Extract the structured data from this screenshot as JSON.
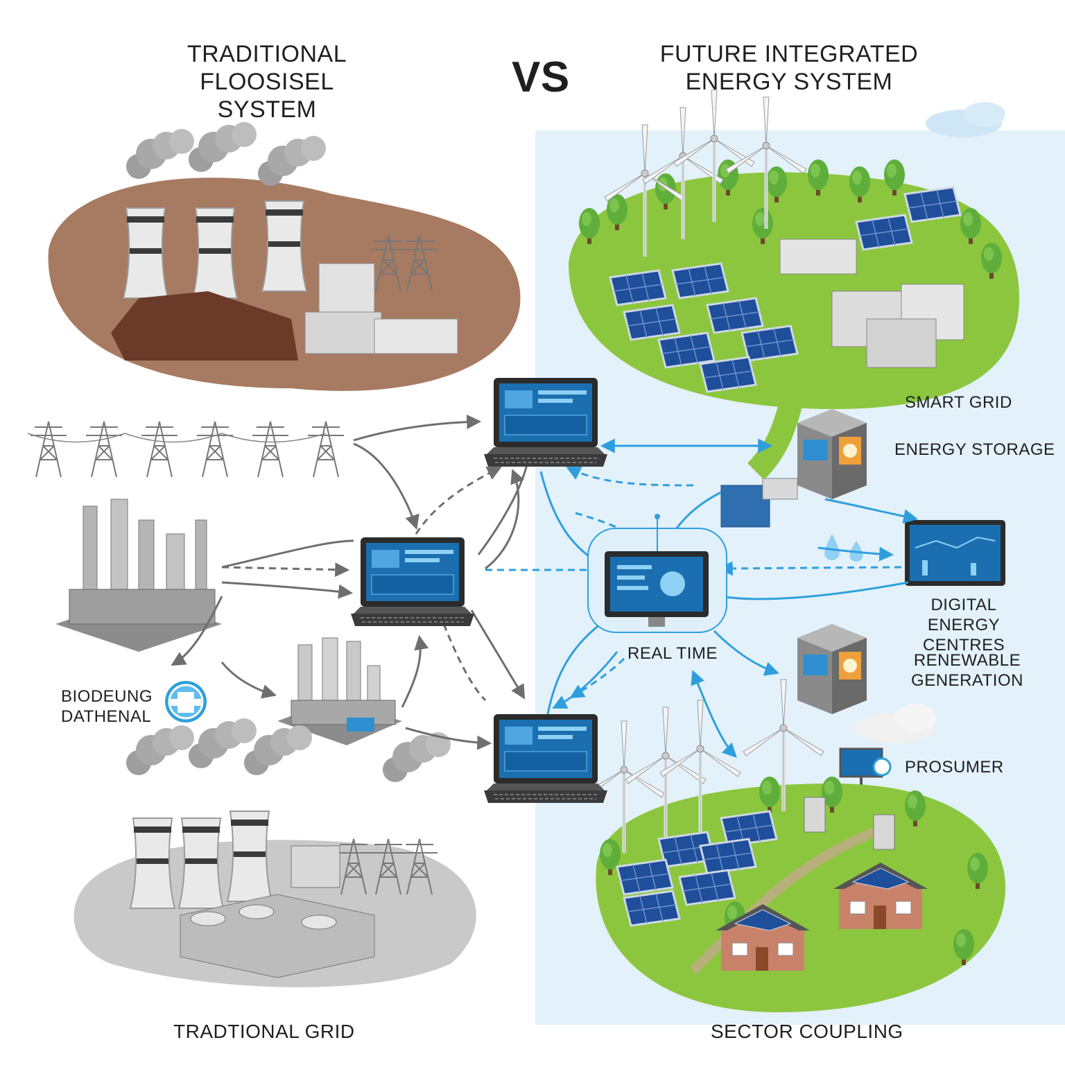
{
  "title_left": "TRADITIONAL FLOOSISEL SYSTEM",
  "vs": "VS",
  "title_right": "FUTURE INTEGRATED ENERGY SYSTEM",
  "labels": {
    "smart_grid": "SMART GRID",
    "energy_storage": "ENERGY STORAGE",
    "digital_energy_centres": "DIGITAL ENERGY CENTRES",
    "renewable_generation": "RENEWABLE GENERATION",
    "real_time": "REAL TIME",
    "prosumer": "PROSUMER",
    "biodeung_dathenal": "BIODEUNG DATHENAL",
    "traditional_grid": "TRADTIONAL GRID",
    "sector_coupling": "SECTOR COUPLING"
  },
  "colors": {
    "fossil_ground": "#a77a62",
    "grey_ground": "#c9c9c9",
    "green_ground": "#8cc63f",
    "panel": "#1f4e9a",
    "link_grey": "#6e6e6e",
    "link_blue": "#2f9fdc",
    "screen": "#1b6fb0",
    "sky": "#e3f1fb"
  },
  "icons": [
    "cooling-tower-icon",
    "coal-pile-icon",
    "pylon-icon",
    "refinery-icon",
    "laptop-icon",
    "monitor-icon",
    "wind-turbine-icon",
    "solar-panel-icon",
    "tree-icon",
    "storage-unit-icon",
    "house-icon",
    "cloud-icon",
    "droplet-icon"
  ]
}
